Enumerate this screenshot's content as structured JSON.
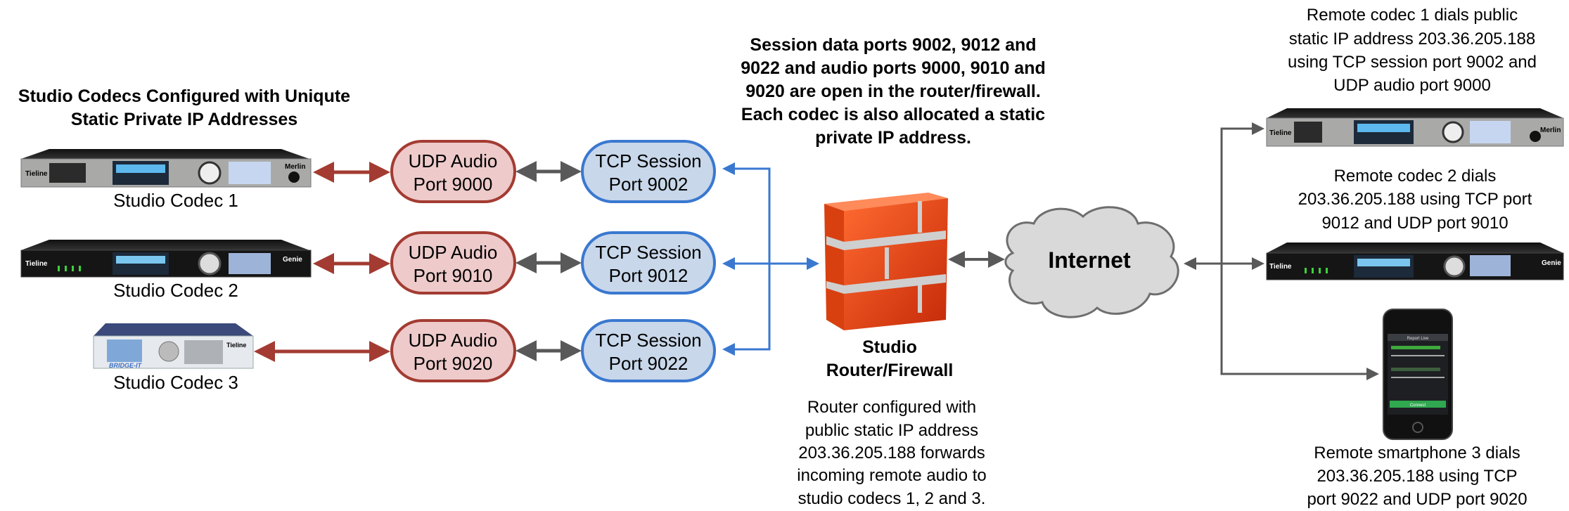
{
  "studio_heading": [
    "Studio Codecs Configured with Uniqute",
    "Static Private IP Addresses"
  ],
  "studio_codecs": [
    {
      "label": "Studio Codec 1",
      "udp": [
        "UDP Audio",
        "Port 9000"
      ],
      "tcp": [
        "TCP Session",
        "Port 9002"
      ]
    },
    {
      "label": "Studio Codec 2",
      "udp": [
        "UDP Audio",
        "Port 9010"
      ],
      "tcp": [
        "TCP Session",
        "Port 9012"
      ]
    },
    {
      "label": "Studio Codec 3",
      "udp": [
        "UDP Audio",
        "Port 9020"
      ],
      "tcp": [
        "TCP Session",
        "Port 9022"
      ]
    }
  ],
  "ports_note": [
    "Session data ports 9002, 9012 and",
    "9022 and audio ports 9000, 9010 and",
    "9020 are open in the router/firewall.",
    "Each codec is also allocated a static",
    "private IP address."
  ],
  "router": {
    "label": [
      "Studio",
      "Router/Firewall"
    ],
    "note": [
      "Router configured with",
      "public static IP address",
      "203.36.205.188 forwards",
      "incoming remote audio to",
      "studio codecs 1, 2 and 3."
    ]
  },
  "internet_label": "Internet",
  "remote": [
    {
      "note": [
        "Remote codec 1 dials public",
        "static IP address 203.36.205.188",
        "using TCP session port 9002 and",
        "UDP audio port 9000"
      ]
    },
    {
      "note": [
        "Remote codec 2 dials",
        "203.36.205.188 using TCP port",
        "9012 and UDP port 9010"
      ]
    },
    {
      "note": [
        "Remote smartphone 3 dials",
        "203.36.205.188 using TCP",
        "port 9022 and UDP port 9020"
      ]
    }
  ],
  "device_brands": {
    "tieline": "Tieline",
    "merlin": "Merlin",
    "genie": "Genie",
    "bridge_it": "BRIDGE-IT",
    "phone_app": "Report Live",
    "phone_button": "Connect"
  },
  "colors": {
    "udp_fill": "#eecaca",
    "udp_stroke": "#a33b32",
    "tcp_fill": "#c8d7ea",
    "tcp_stroke": "#3a78d0",
    "grey_arrow": "#595959",
    "firewall": "#e8431a",
    "cloud": "#d9d9d9"
  }
}
